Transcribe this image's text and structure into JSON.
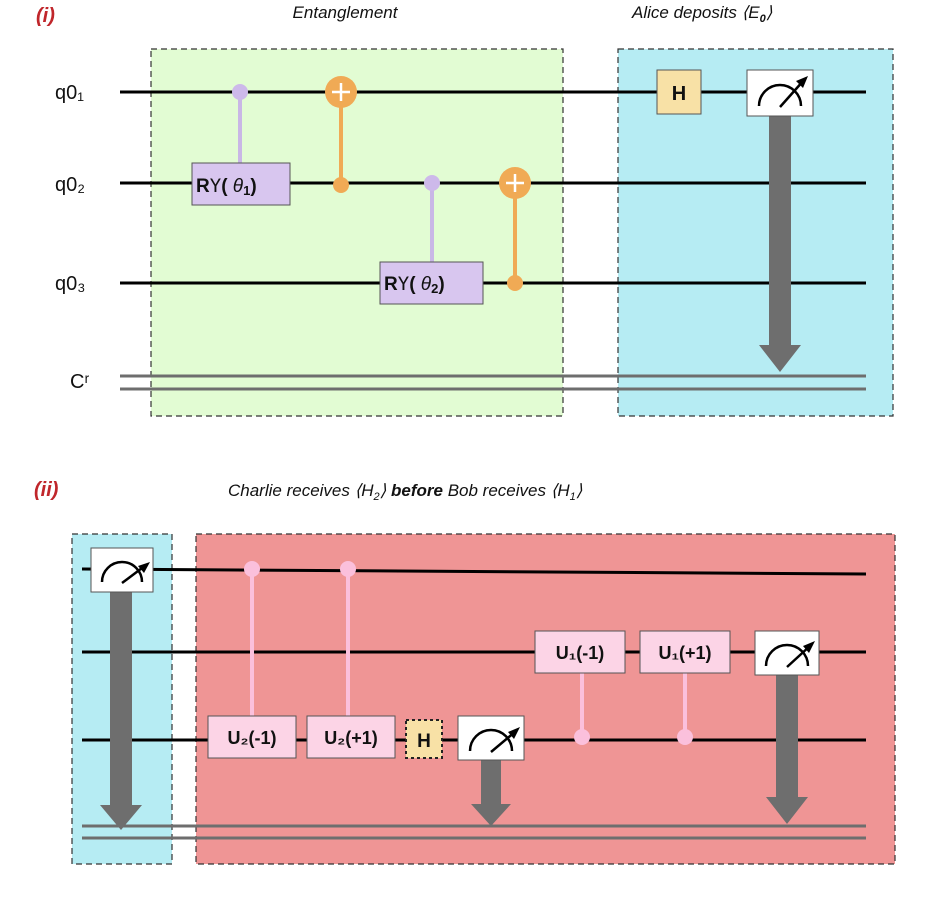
{
  "panel_i": {
    "label": "(i)",
    "entanglement_caption": "Entanglement",
    "alice_caption_prefix": "Alice deposits ",
    "alice_caption_sym": "E",
    "alice_caption_sub": "0",
    "qubits": [
      "q0₁",
      "q0₂",
      "q0₃"
    ],
    "classical_label": "Cʳ",
    "ry_prefix": "R",
    "ry_axis": "Y",
    "ry1_theta": "θ",
    "ry1_sub": "1",
    "ry2_theta": "θ",
    "ry2_sub": "2",
    "hadamard": "H",
    "colors": {
      "entanglement_bg": "#e2fcd3",
      "alice_bg": "#b6ecf3",
      "ry_gate": "#d8c6ef",
      "cnot": "#f0aa55",
      "h_gate": "#f8e1a6"
    }
  },
  "panel_ii": {
    "label": "(ii)",
    "caption_prefix": "Charlie receives ",
    "caption_h2_sym": "H",
    "caption_h2_sub": "2",
    "caption_bold": "before",
    "caption_mid": " Bob receives ",
    "caption_h1_sym": "H",
    "caption_h1_sub": "1",
    "u2_minus": "U₂(-1)",
    "u2_plus": "U₂(+1)",
    "u1_minus": "U₁(-1)",
    "u1_plus": "U₁(+1)",
    "hadamard": "H",
    "colors": {
      "blue_bg": "#b6ecf3",
      "red_bg": "#ef9595",
      "u_gate": "#fcd4e6",
      "control": "#fbc0dc",
      "h_gate": "#f8e1a6"
    }
  }
}
